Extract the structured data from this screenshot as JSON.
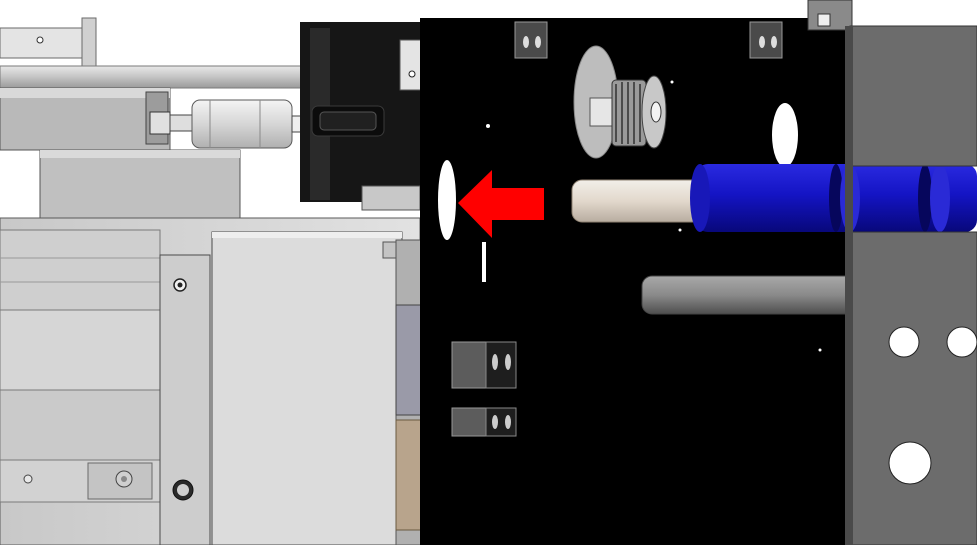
{
  "scene": {
    "kind": "cad-assembly-render",
    "view": "front-orthographic",
    "annotation": {
      "type": "arrow",
      "direction": "left",
      "color": "#ff0000",
      "points_to": "slot-hole"
    },
    "colors": {
      "background": "#ffffff",
      "panel_black": "#000000",
      "metal_light": "#d8d8d8",
      "metal_mid": "#a8a8a8",
      "metal_dark": "#5a5a5a",
      "roller_blue": "#1515c8",
      "shaft_cream": "#e6ddd2",
      "rod_gray": "#808080",
      "arrow_red": "#ff0000"
    }
  }
}
